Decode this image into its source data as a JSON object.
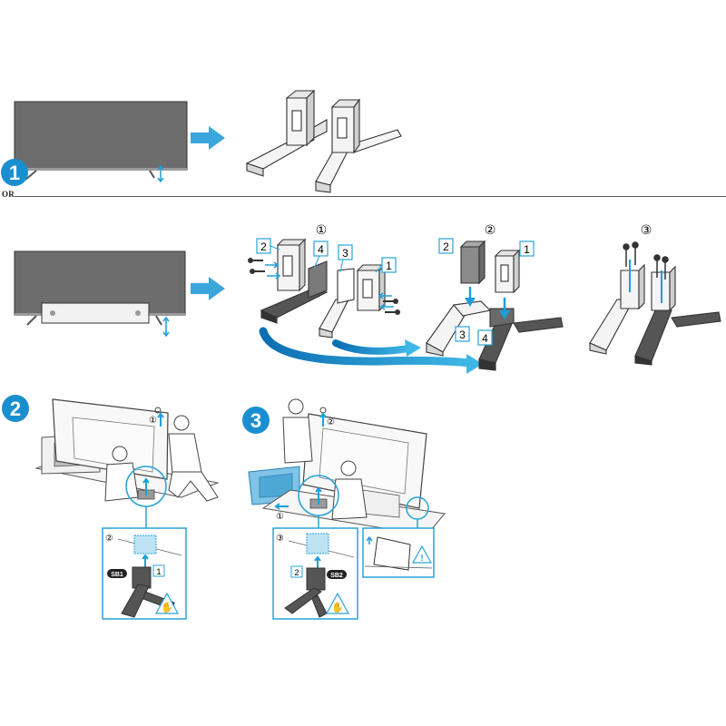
{
  "steps": [
    {
      "number": "1"
    },
    {
      "number": "2"
    },
    {
      "number": "3"
    }
  ],
  "separator": {
    "label": "OR"
  },
  "sub_steps": [
    "①",
    "②",
    "③"
  ],
  "callouts": {
    "part_1": "1",
    "part_2": "2",
    "part_3": "3",
    "part_4": "4",
    "sb1": "SB1",
    "sb2": "SB2"
  },
  "colors": {
    "accent_blue": "#1e9fd9",
    "step_circle": "#1a8fd0",
    "tv_panel": "#6d6d6d",
    "outline": "#333333",
    "highlight_fill": "#bfe3f3",
    "callout_border": "#29a3d8"
  },
  "icons": {
    "warning": "warning-triangle-icon",
    "pinch": "hand-pinch-icon"
  }
}
